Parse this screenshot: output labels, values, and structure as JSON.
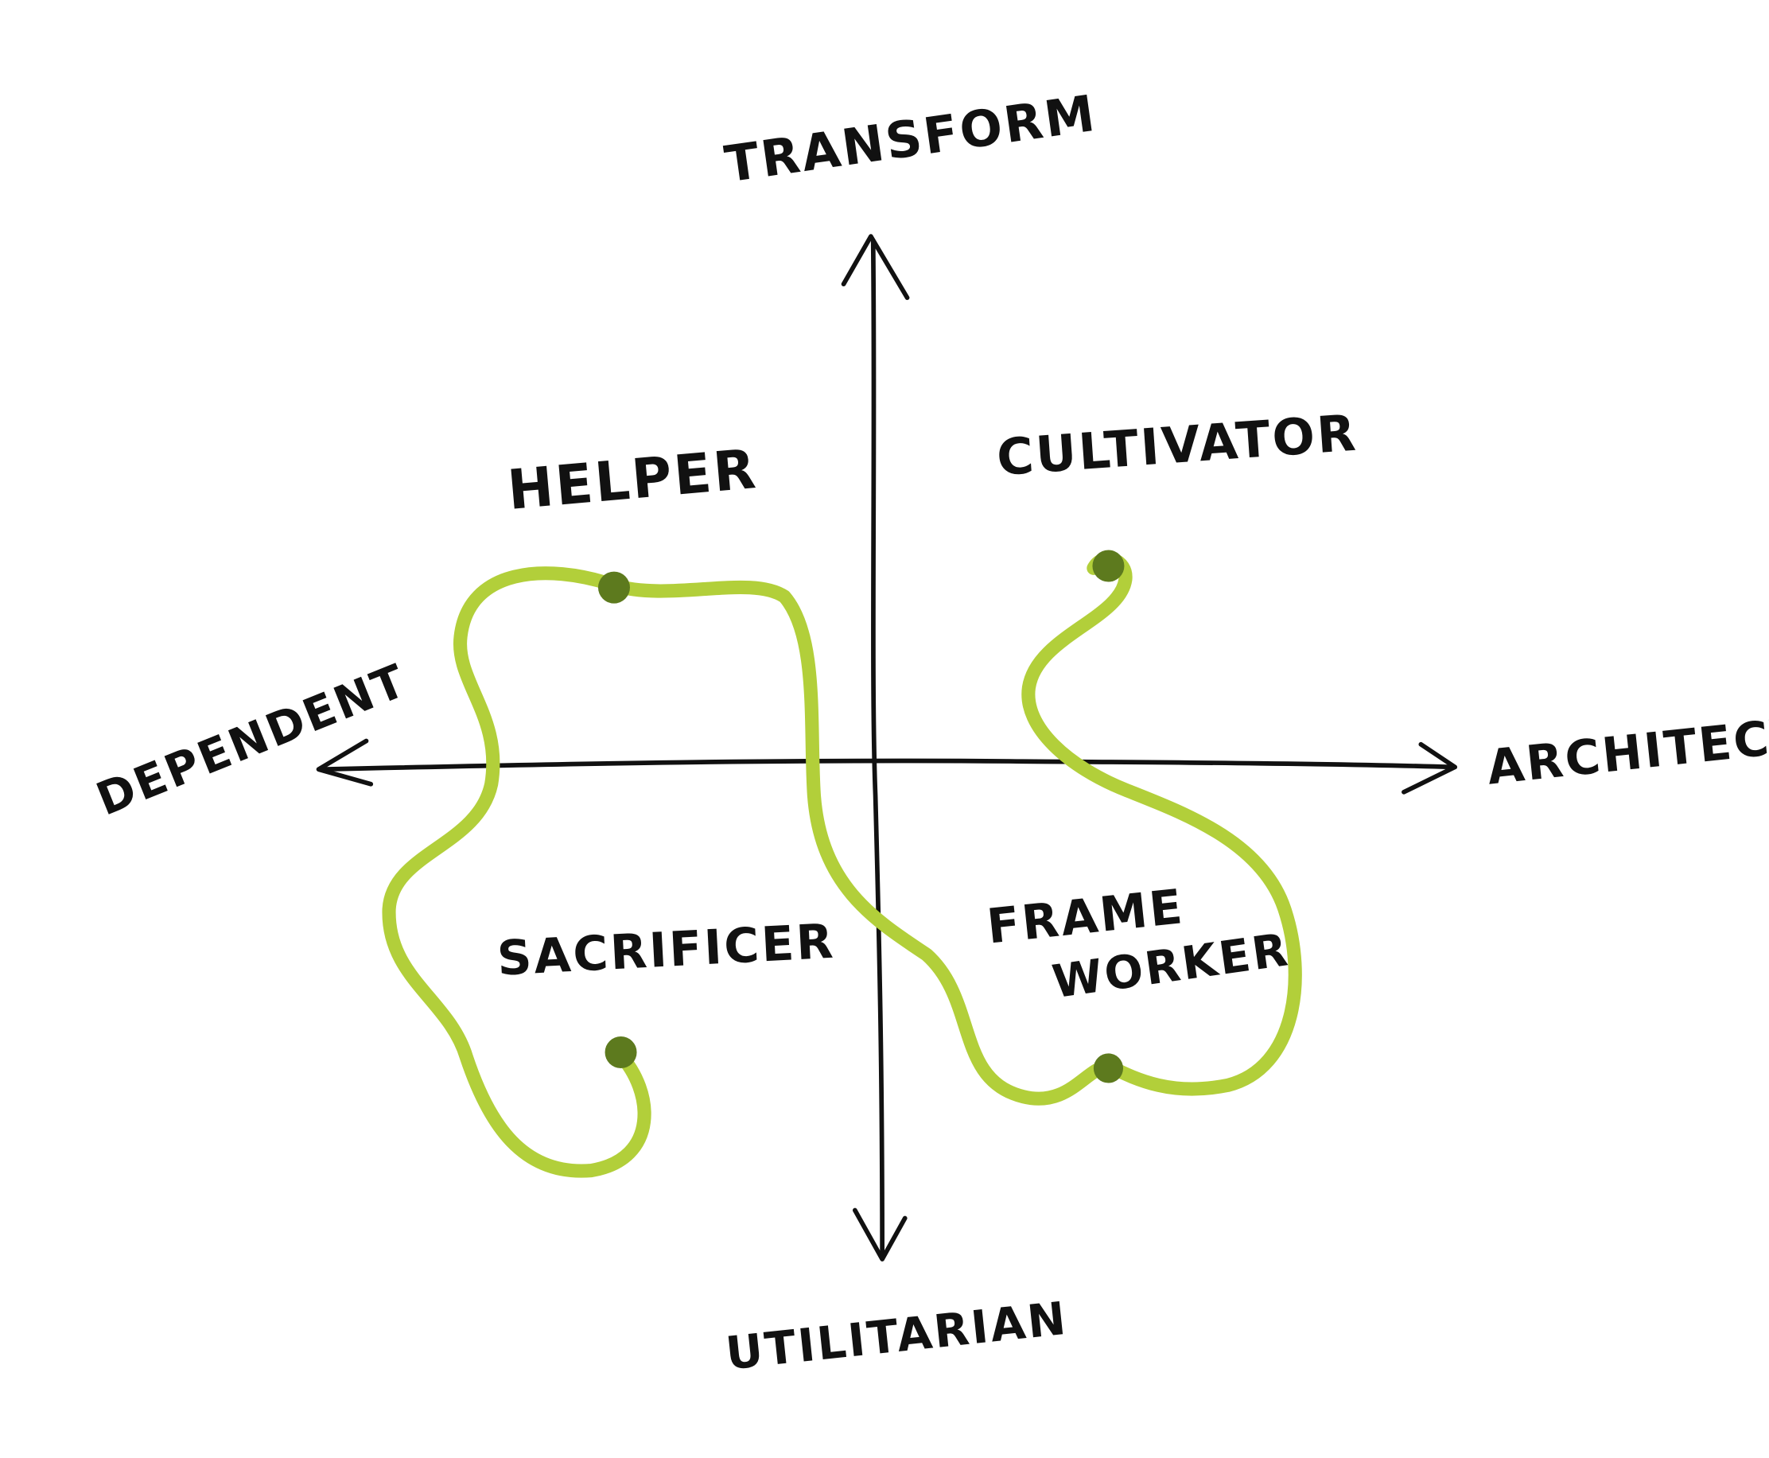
{
  "axes": {
    "top": "TRANSFORM",
    "bottom": "UTILITARIAN",
    "left": "DEPENDENT",
    "right": "ARCHITECT"
  },
  "quadrants": {
    "top_left": "HELPER",
    "top_right": "CULTIVATOR",
    "bottom_left": "SACRIFICER",
    "bottom_right_line1": "FRAME",
    "bottom_right_line2": "WORKER"
  },
  "colors": {
    "curve": "#b2cf3a",
    "ink": "#111111"
  }
}
